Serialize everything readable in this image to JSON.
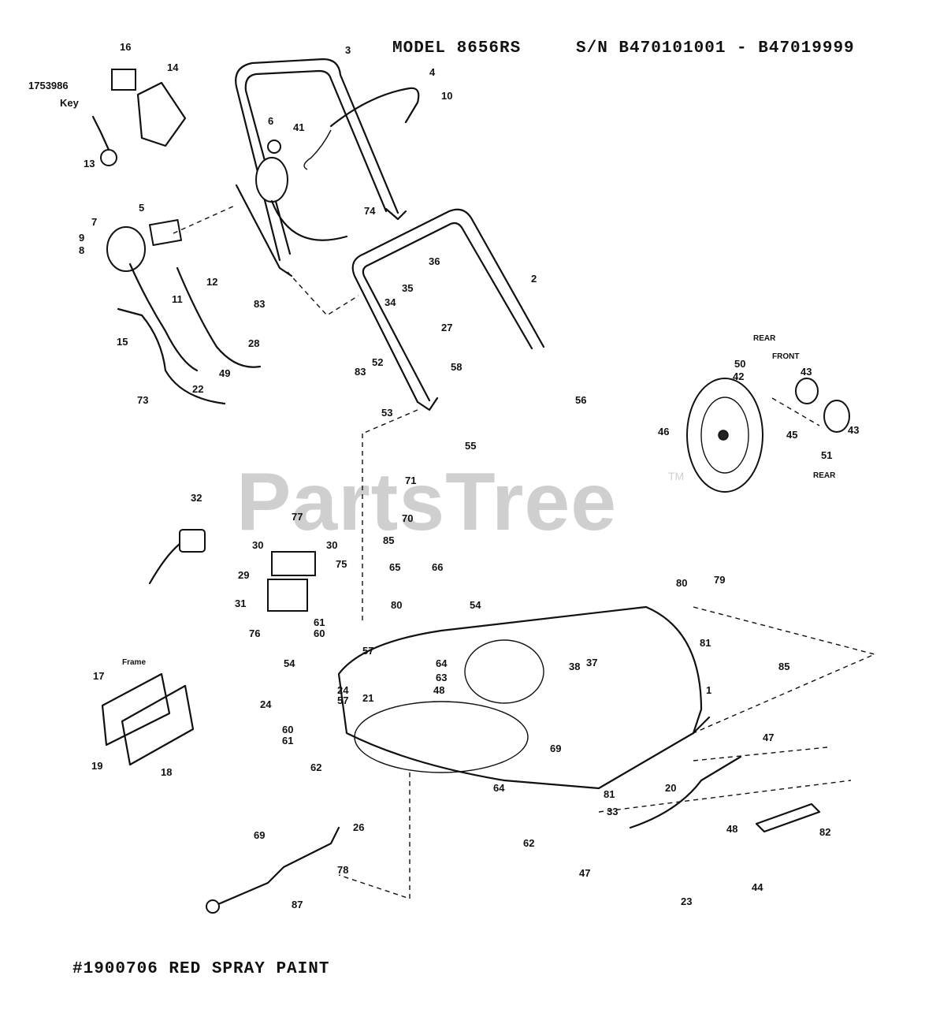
{
  "header": {
    "model": "MODEL 8656RS",
    "serial": "S/N B470101001 - B47019999"
  },
  "footer": {
    "paint_note": "#1900706   RED SPRAY PAINT"
  },
  "watermark": {
    "brand": "PartsTree",
    "trademark": "TM"
  },
  "labels": {
    "key_part": "1753986",
    "key_word": "Key",
    "rear_top": "REAR",
    "front": "FRONT",
    "rear_bottom": "REAR",
    "frame": "Frame"
  },
  "callouts": [
    {
      "id": "c16",
      "text": "16"
    },
    {
      "id": "c14",
      "text": "14"
    },
    {
      "id": "c13",
      "text": "13"
    },
    {
      "id": "c3",
      "text": "3"
    },
    {
      "id": "c4",
      "text": "4"
    },
    {
      "id": "c10",
      "text": "10"
    },
    {
      "id": "c41",
      "text": "41"
    },
    {
      "id": "c6",
      "text": "6"
    },
    {
      "id": "c74",
      "text": "74"
    },
    {
      "id": "c5",
      "text": "5"
    },
    {
      "id": "c7",
      "text": "7"
    },
    {
      "id": "c9",
      "text": "9"
    },
    {
      "id": "c8",
      "text": "8"
    },
    {
      "id": "c12",
      "text": "12"
    },
    {
      "id": "c11",
      "text": "11"
    },
    {
      "id": "c83a",
      "text": "83"
    },
    {
      "id": "c36",
      "text": "36"
    },
    {
      "id": "c35",
      "text": "35"
    },
    {
      "id": "c34",
      "text": "34"
    },
    {
      "id": "c2",
      "text": "2"
    },
    {
      "id": "c27",
      "text": "27"
    },
    {
      "id": "c15",
      "text": "15"
    },
    {
      "id": "c28",
      "text": "28"
    },
    {
      "id": "c49",
      "text": "49"
    },
    {
      "id": "c73",
      "text": "73"
    },
    {
      "id": "c22",
      "text": "22"
    },
    {
      "id": "c83b",
      "text": "83"
    },
    {
      "id": "c52",
      "text": "52"
    },
    {
      "id": "c58",
      "text": "58"
    },
    {
      "id": "c53",
      "text": "53"
    },
    {
      "id": "c50",
      "text": "50"
    },
    {
      "id": "c42",
      "text": "42"
    },
    {
      "id": "c43a",
      "text": "43"
    },
    {
      "id": "c43b",
      "text": "43"
    },
    {
      "id": "c46a",
      "text": "46"
    },
    {
      "id": "c45",
      "text": "45"
    },
    {
      "id": "c51",
      "text": "51"
    },
    {
      "id": "c56",
      "text": "56"
    },
    {
      "id": "c55",
      "text": "55"
    },
    {
      "id": "c71",
      "text": "71"
    },
    {
      "id": "c70",
      "text": "70"
    },
    {
      "id": "c85a",
      "text": "85"
    },
    {
      "id": "c65",
      "text": "65"
    },
    {
      "id": "c66",
      "text": "66"
    },
    {
      "id": "c32",
      "text": "32"
    },
    {
      "id": "c77",
      "text": "77"
    },
    {
      "id": "c30a",
      "text": "30"
    },
    {
      "id": "c30b",
      "text": "30"
    },
    {
      "id": "c29",
      "text": "29"
    },
    {
      "id": "c75",
      "text": "75"
    },
    {
      "id": "c31",
      "text": "31"
    },
    {
      "id": "c76",
      "text": "76"
    },
    {
      "id": "c60a",
      "text": "60"
    },
    {
      "id": "c61a",
      "text": "61"
    },
    {
      "id": "c80a",
      "text": "80"
    },
    {
      "id": "c54a",
      "text": "54"
    },
    {
      "id": "c57a",
      "text": "57"
    },
    {
      "id": "c54b",
      "text": "54"
    },
    {
      "id": "c64a",
      "text": "64"
    },
    {
      "id": "c63",
      "text": "63"
    },
    {
      "id": "c48a",
      "text": "48"
    },
    {
      "id": "c38",
      "text": "38"
    },
    {
      "id": "c37",
      "text": "37"
    },
    {
      "id": "c24a",
      "text": "24"
    },
    {
      "id": "c24b",
      "text": "24"
    },
    {
      "id": "c57b",
      "text": "57"
    },
    {
      "id": "c21",
      "text": "21"
    },
    {
      "id": "c1",
      "text": "1"
    },
    {
      "id": "c80b",
      "text": "80"
    },
    {
      "id": "c79",
      "text": "79"
    },
    {
      "id": "c81a",
      "text": "81"
    },
    {
      "id": "c85b",
      "text": "85"
    },
    {
      "id": "c17",
      "text": "17"
    },
    {
      "id": "c60b",
      "text": "60"
    },
    {
      "id": "c61b",
      "text": "61"
    },
    {
      "id": "c19",
      "text": "19"
    },
    {
      "id": "c18",
      "text": "18"
    },
    {
      "id": "c62a",
      "text": "62"
    },
    {
      "id": "c69a",
      "text": "69"
    },
    {
      "id": "c64b",
      "text": "64"
    },
    {
      "id": "c81b",
      "text": "81"
    },
    {
      "id": "c33",
      "text": "33"
    },
    {
      "id": "c62b",
      "text": "62"
    },
    {
      "id": "c47a",
      "text": "47"
    },
    {
      "id": "c20",
      "text": "20"
    },
    {
      "id": "c82",
      "text": "82"
    },
    {
      "id": "c47b",
      "text": "47"
    },
    {
      "id": "c48b",
      "text": "48"
    },
    {
      "id": "c44",
      "text": "44"
    },
    {
      "id": "c23",
      "text": "23"
    },
    {
      "id": "c69b",
      "text": "69"
    },
    {
      "id": "c26",
      "text": "26"
    },
    {
      "id": "c78",
      "text": "78"
    },
    {
      "id": "c87",
      "text": "87"
    }
  ]
}
